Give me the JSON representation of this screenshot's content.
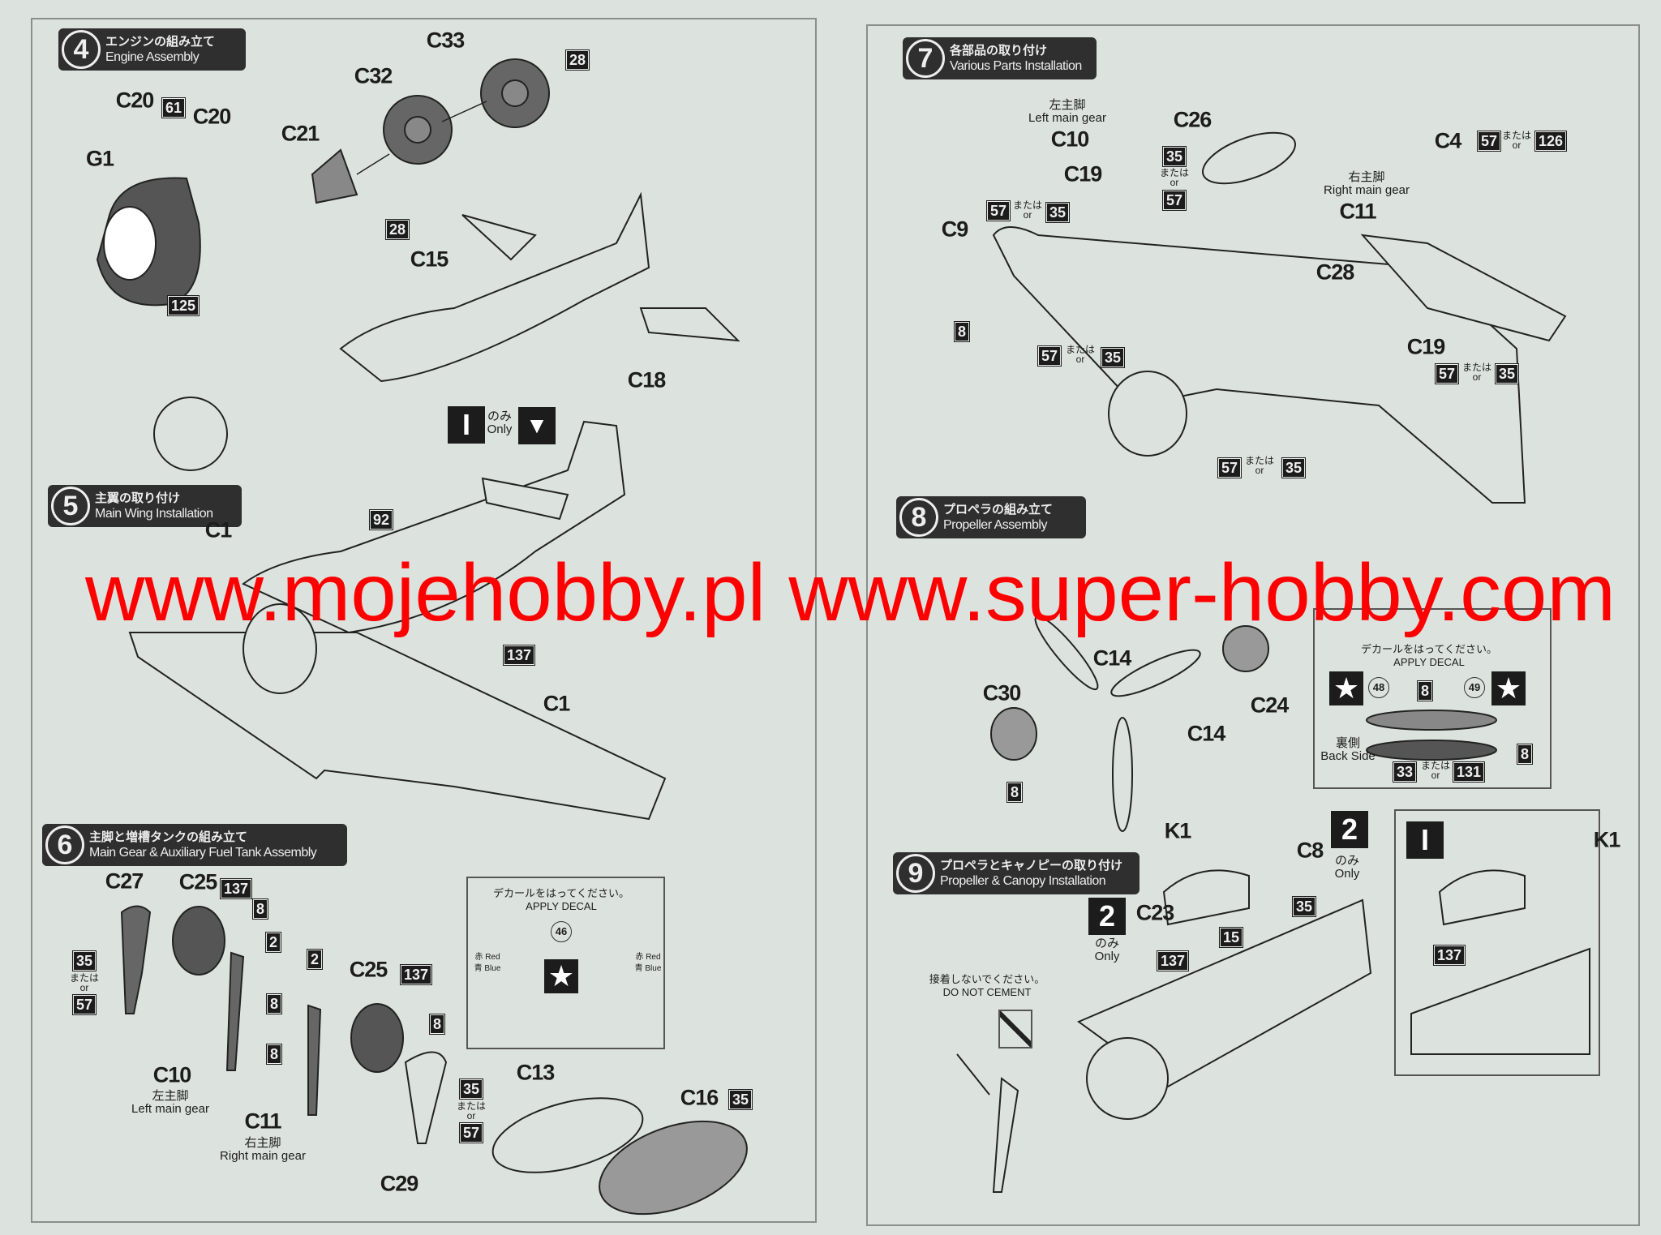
{
  "watermark": "www.mojehobby.pl www.super-hobby.com",
  "steps": {
    "s4": {
      "num": "4",
      "jp": "エンジンの組み立て",
      "en": "Engine Assembly"
    },
    "s5": {
      "num": "5",
      "jp": "主翼の取り付け",
      "en": "Main Wing Installation"
    },
    "s6": {
      "num": "6",
      "jp": "主脚と増槽タンクの組み立て",
      "en": "Main Gear & Auxiliary Fuel Tank Assembly"
    },
    "s7": {
      "num": "7",
      "jp": "各部品の取り付け",
      "en": "Various Parts Installation"
    },
    "s8": {
      "num": "8",
      "jp": "プロペラの組み立て",
      "en": "Propeller Assembly"
    },
    "s9": {
      "num": "9",
      "jp": "プロペラとキャノピーの取り付け",
      "en": "Propeller & Canopy Installation"
    }
  },
  "common": {
    "mataha": "または",
    "or": "or",
    "nomi": "のみ",
    "only": "Only",
    "left_gear_jp": "左主脚",
    "left_gear_en": "Left main gear",
    "right_gear_jp": "右主脚",
    "right_gear_en": "Right main gear",
    "apply_jp": "デカールをはってください。",
    "apply_en": "APPLY DECAL",
    "red": "赤 Red",
    "blue": "青 Blue",
    "back_jp": "裏側",
    "back_en": "Back Side",
    "nocement_jp": "接着しないでください。",
    "nocement_en": "DO NOT CEMENT",
    "star": "★",
    "version1": "I",
    "version2": "2"
  },
  "s4_labels": {
    "c33": "C33",
    "p28a": "28",
    "c32": "C32",
    "c20a": "C20",
    "p61": "61",
    "c20b": "C20",
    "c21": "C21",
    "g1": "G1",
    "p28b": "28",
    "c15": "C15",
    "p125": "125",
    "c18": "C18"
  },
  "s5_labels": {
    "p92": "92",
    "c1a": "C1",
    "p137": "137",
    "c1b": "C1"
  },
  "s6_labels": {
    "c27": "C27",
    "c25a": "C25",
    "p137a": "137",
    "p8a": "8",
    "p2a": "2",
    "p35a": "35",
    "p57a": "57",
    "p8b": "8",
    "c10": "C10",
    "p2b": "2",
    "c25b": "C25",
    "p137b": "137",
    "p8c": "8",
    "p8d": "8",
    "c11": "C11",
    "p35b": "35",
    "p57b": "57",
    "c29": "C29",
    "c13": "C13",
    "c16": "C16",
    "p35c": "35",
    "d46": "46"
  },
  "s7_labels": {
    "c10": "C10",
    "c26": "C26",
    "c4": "C4",
    "p57a": "57",
    "p126": "126",
    "p35a": "35",
    "p57b": "57",
    "c19a": "C19",
    "c11": "C11",
    "p57c": "57",
    "p35b": "35",
    "c9": "C9",
    "c28": "C28",
    "p8": "8",
    "c19b": "C19",
    "p57d": "57",
    "p35c": "35",
    "p57e": "57",
    "p35d": "35",
    "p57f": "57",
    "p35e": "35"
  },
  "s8_labels": {
    "c14a": "C14",
    "c30": "C30",
    "c14b": "C14",
    "c24": "C24",
    "p8a": "8",
    "d48": "48",
    "d49": "49",
    "p8b": "8",
    "p33": "33",
    "p131": "131",
    "p8c": "8"
  },
  "s9_labels": {
    "k1a": "K1",
    "c8": "C8",
    "c23": "C23",
    "p35": "35",
    "p15": "15",
    "p137a": "137",
    "k1b": "K1",
    "p137b": "137"
  }
}
